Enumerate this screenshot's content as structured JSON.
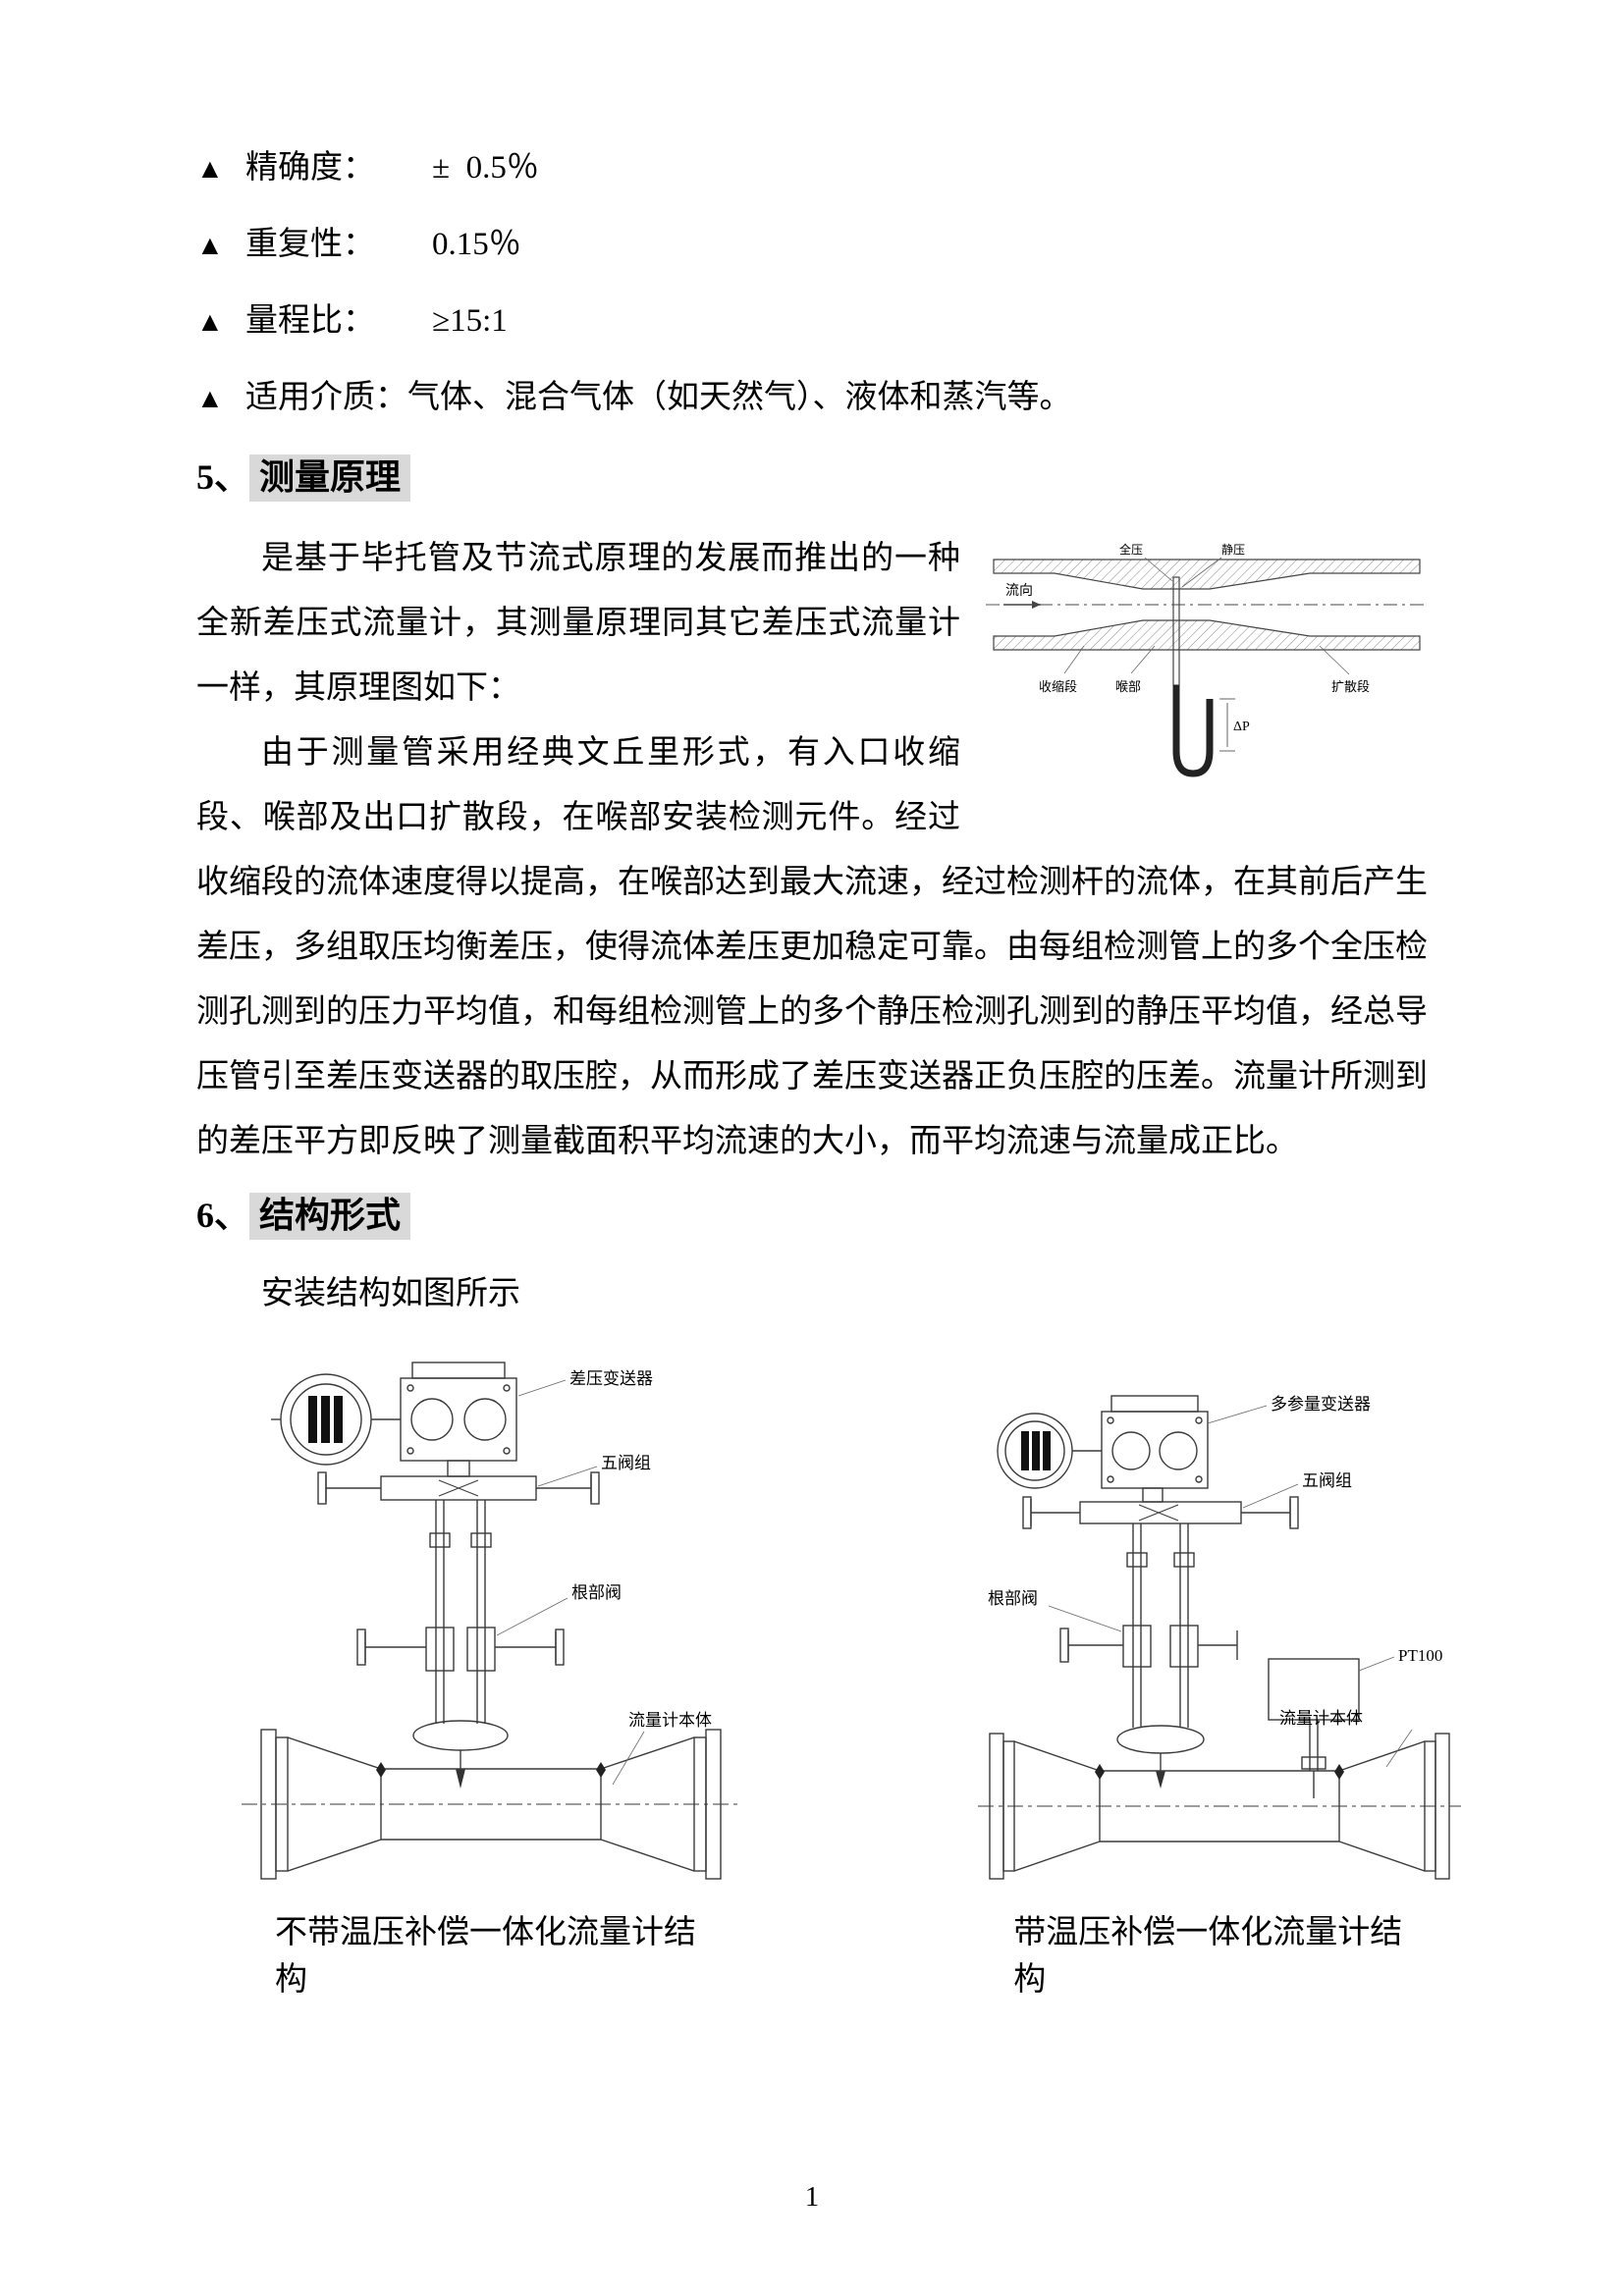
{
  "document": {
    "page_number": "1"
  },
  "specs": {
    "items": [
      {
        "marker": "▲",
        "label": "精确度：",
        "value": "±  0.5％"
      },
      {
        "marker": "▲",
        "label": "重复性：",
        "value": "0.15％"
      },
      {
        "marker": "▲",
        "label": "量程比：",
        "value": "≥15:1"
      },
      {
        "marker": "▲",
        "label": "适用介质：",
        "value": "气体、混合气体（如天然气）、液体和蒸汽等。"
      }
    ]
  },
  "section5": {
    "number": "5、",
    "title": "测量原理",
    "para1": "是基于毕托管及节流式原理的发展而推出的一种全新差压式流量计，其测量原理同其它差压式流量计一样，其原理图如下：",
    "para2": "由于测量管采用经典文丘里形式，有入口收缩段、喉部及出口扩散段，在喉部安装检测元件。经过收缩段的流体速度得以提高，在喉部达到最大流速，经过检测杆的流体，在其前后产生差压，多组取压均衡差压，使得流体差压更加稳定可靠。由每组检测管上的多个全压检测孔测到的压力平均值，和每组检测管上的多个静压检测孔测到的静压平均值，经总导压管引至差压变送器的取压腔，从而形成了差压变送器正负压腔的压差。流量计所测到的差压平方即反映了测量截面积平均流速的大小，而平均流速与流量成正比。"
  },
  "venturi": {
    "flow": "流向",
    "total_pressure": "全压",
    "static_pressure": "静压",
    "converging": "收缩段",
    "throat": "喉部",
    "diverging": "扩散段",
    "dp": "ΔP"
  },
  "section6": {
    "number": "6、",
    "title": "结构形式",
    "note": "安装结构如图所示"
  },
  "figures": {
    "left": {
      "labels": {
        "transmitter": "差压变送器",
        "manifold": "五阀组",
        "root_valve": "根部阀",
        "body": "流量计本体"
      },
      "caption": "不带温压补偿一体化流量计结构"
    },
    "right": {
      "labels": {
        "transmitter": "多参量变送器",
        "manifold": "五阀组",
        "root_valve": "根部阀",
        "pt100": "PT100",
        "body": "流量计本体"
      },
      "caption": "带温压补偿一体化流量计结构"
    }
  },
  "colors": {
    "highlight": "#d9d9d9"
  }
}
